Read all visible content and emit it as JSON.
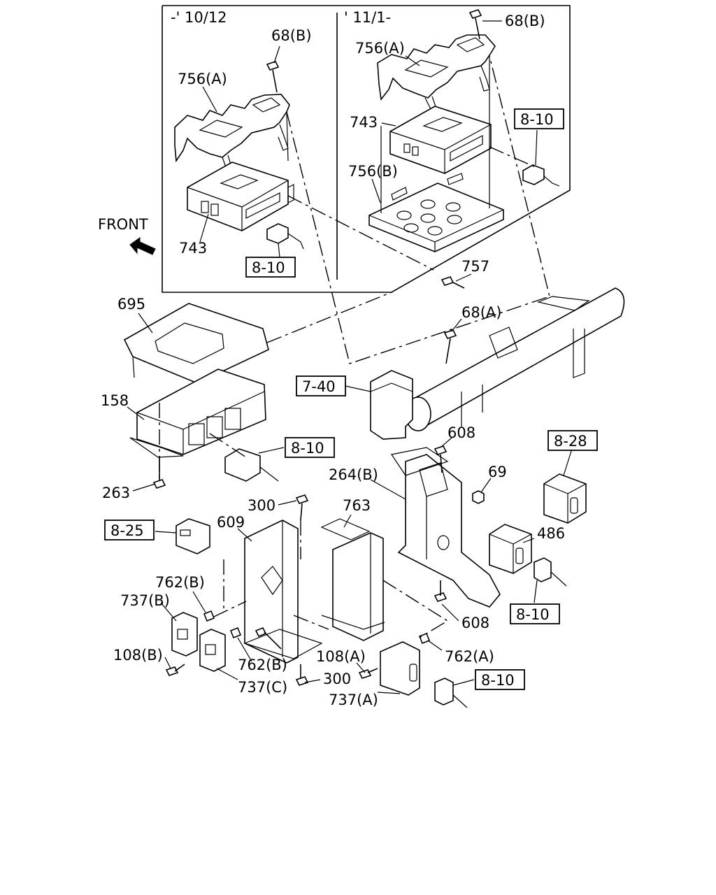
{
  "inset_old": {
    "period": "-' 10/12"
  },
  "inset_new": {
    "period": "' 11/1-"
  },
  "front_label": "FRONT",
  "labels": {
    "p68b_old": "68(B)",
    "p756a_old": "756(A)",
    "p743_old": "743",
    "p68b_new": "68(B)",
    "p756a_new": "756(A)",
    "p743_new": "743",
    "p756b_new": "756(B)",
    "p757": "757",
    "p695": "695",
    "p68a": "68(A)",
    "p158": "158",
    "p263": "263",
    "p608_top": "608",
    "p264b": "264(B)",
    "p69": "69",
    "p300_top": "300",
    "p763": "763",
    "p609": "609",
    "p486": "486",
    "p762b_top": "762(B)",
    "p737b": "737(B)",
    "p108b": "108(B)",
    "p762b_bot": "762(B)",
    "p737c": "737(C)",
    "p300_bot": "300",
    "p108a": "108(A)",
    "p737a": "737(A)",
    "p762a": "762(A)",
    "p608_bot": "608"
  },
  "refs": {
    "r810_old": "8-10",
    "r810_new": "8-10",
    "r740": "7-40",
    "r810_ecu": "8-10",
    "r828": "8-28",
    "r825": "8-25",
    "r810_486": "8-10",
    "r810_737a": "8-10"
  },
  "icons": [
    "front-arrow-icon",
    "bolt-icon",
    "connector-icon",
    "nut-icon",
    "clip-icon"
  ]
}
